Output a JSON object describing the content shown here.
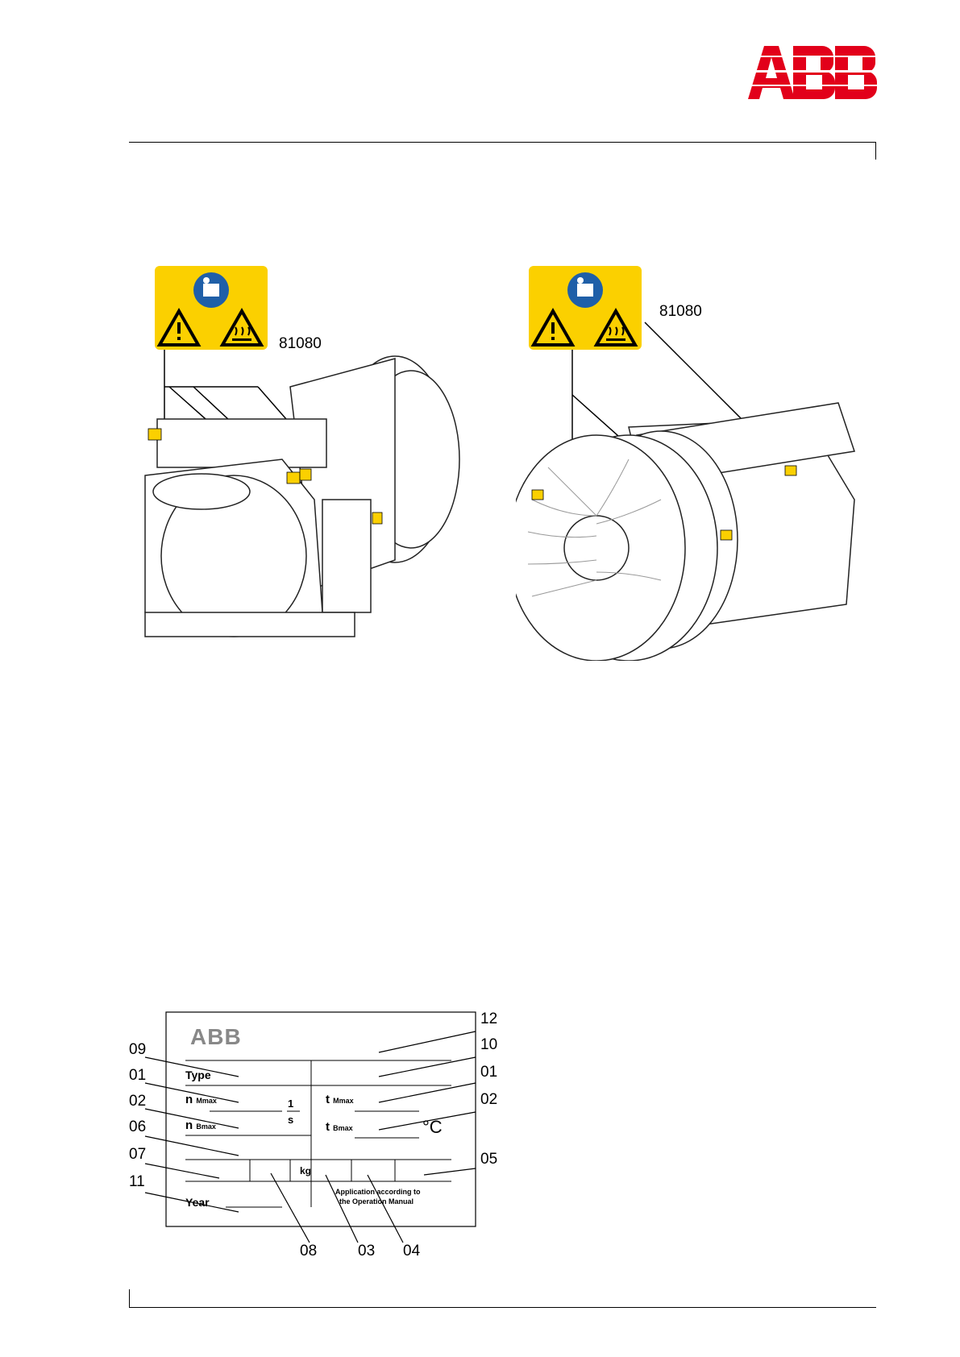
{
  "header": {
    "logo_text": "ABB"
  },
  "figure1": {
    "part_number_left": "81080",
    "part_number_right": "81080"
  },
  "nameplate": {
    "logo_text": "ABB",
    "type_label": "Type",
    "n_prefix": "n",
    "n_mmax_sub": "Mmax",
    "n_bmax_sub": "Bmax",
    "t_prefix": "t",
    "t_mmax_sub": "Mmax",
    "t_bmax_sub": "Bmax",
    "unit_num": "1",
    "unit_den": "s",
    "celsius": "°C",
    "kg": "kg",
    "year_label": "Year",
    "application_line1": "Application according to",
    "application_line2": "the Operation Manual",
    "callouts": {
      "c12": "12",
      "c10": "10",
      "c01r": "01",
      "c02r": "02",
      "c05": "05",
      "c09": "09",
      "c01l": "01",
      "c02l": "02",
      "c06": "06",
      "c07": "07",
      "c11": "11",
      "c08": "08",
      "c03": "03",
      "c04": "04"
    }
  }
}
